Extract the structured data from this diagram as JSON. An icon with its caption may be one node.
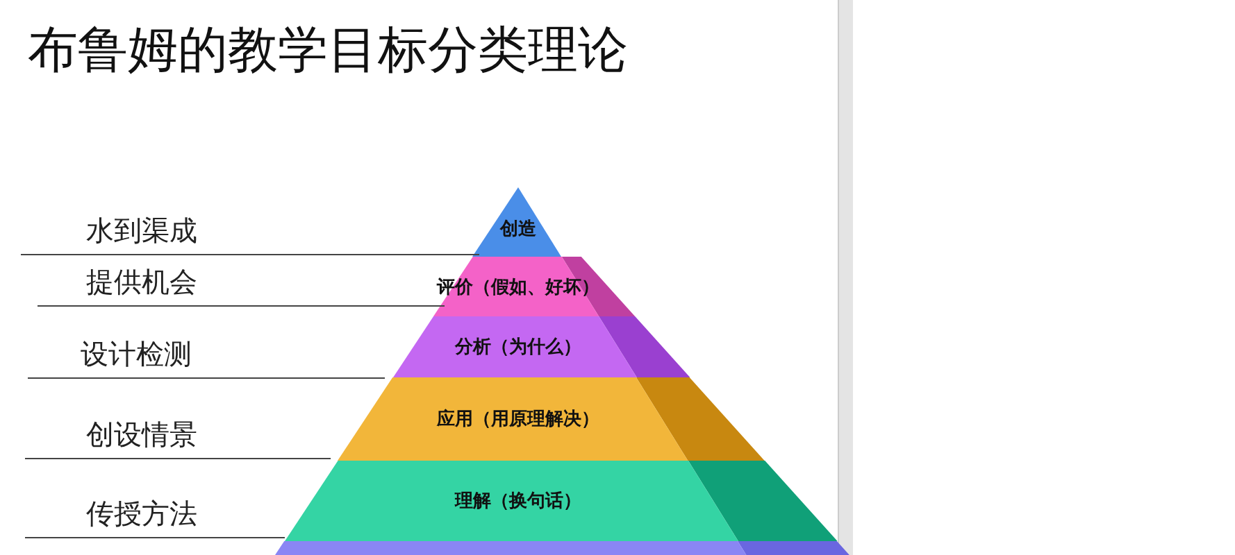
{
  "diagram": {
    "title": "布鲁姆的教学目标分类理论",
    "nodes": [
      {
        "text": [
          "创造"
        ]
      },
      {
        "text": [
          "评价（假如、好坏）"
        ]
      },
      {
        "text": [
          "分析（为什么）"
        ]
      },
      {
        "text": [
          "应用（用原理解决）"
        ]
      },
      {
        "text": [
          "理解（换句话）"
        ]
      },
      {
        "text": [],
        "shape": "bar"
      }
    ],
    "labels": [
      "水到渠成",
      "提供机会",
      "设计检测",
      "创设情景",
      "传授方法"
    ]
  }
}
